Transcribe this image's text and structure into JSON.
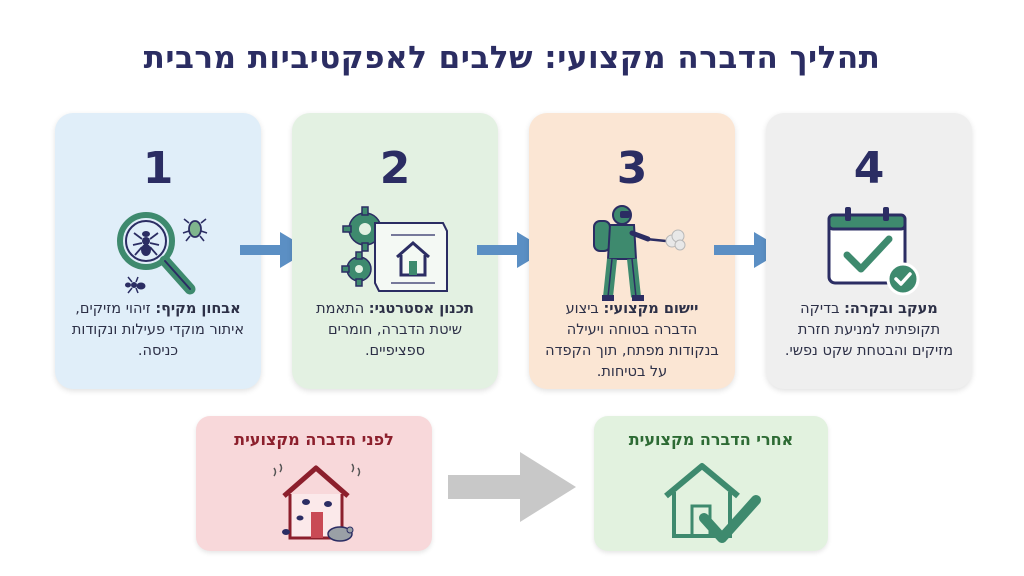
{
  "title": "תהליך הדברה מקצועי: שלבים לאפקטיביות מרבית",
  "steps": [
    {
      "number": "1",
      "heading": "אבחון מקיף:",
      "text": " זיהוי מזיקים, איתור מוקדי פעילות ונקודות כניסה.",
      "icon": "magnifier-bugs-icon",
      "color": "#e0eef9"
    },
    {
      "number": "2",
      "heading": "תכנון אסטרטגי:",
      "text": " התאמת שיטת הדברה, חומרים ספציפיים.",
      "icon": "gears-blueprint-icon",
      "color": "#e3f1e2"
    },
    {
      "number": "3",
      "heading": "יישום מקצועי:",
      "text": " ביצוע הדברה בטוחה ויעילה בנקודות מפתח, תוך הקפדה על בטיחות.",
      "icon": "sprayer-worker-icon",
      "color": "#fbe6d4"
    },
    {
      "number": "4",
      "heading": "מעקב ובקרה:",
      "text": " בדיקה תקופתית למניעת חזרת מזיקים והבטחת שקט נפשי.",
      "icon": "calendar-check-icon",
      "color": "#efefef"
    }
  ],
  "before": {
    "label": "לפני הדברה מקצועית",
    "icon": "infested-house-icon",
    "color": "#f8d8da"
  },
  "after": {
    "label": "אחרי הדברה מקצועית",
    "icon": "clean-house-check-icon",
    "color": "#e2f2df"
  },
  "colors": {
    "navy": "#2b2d63",
    "green": "#3e8a6e",
    "arrow_blue": "#5b8fc4",
    "arrow_gray": "#c8c8c8"
  }
}
